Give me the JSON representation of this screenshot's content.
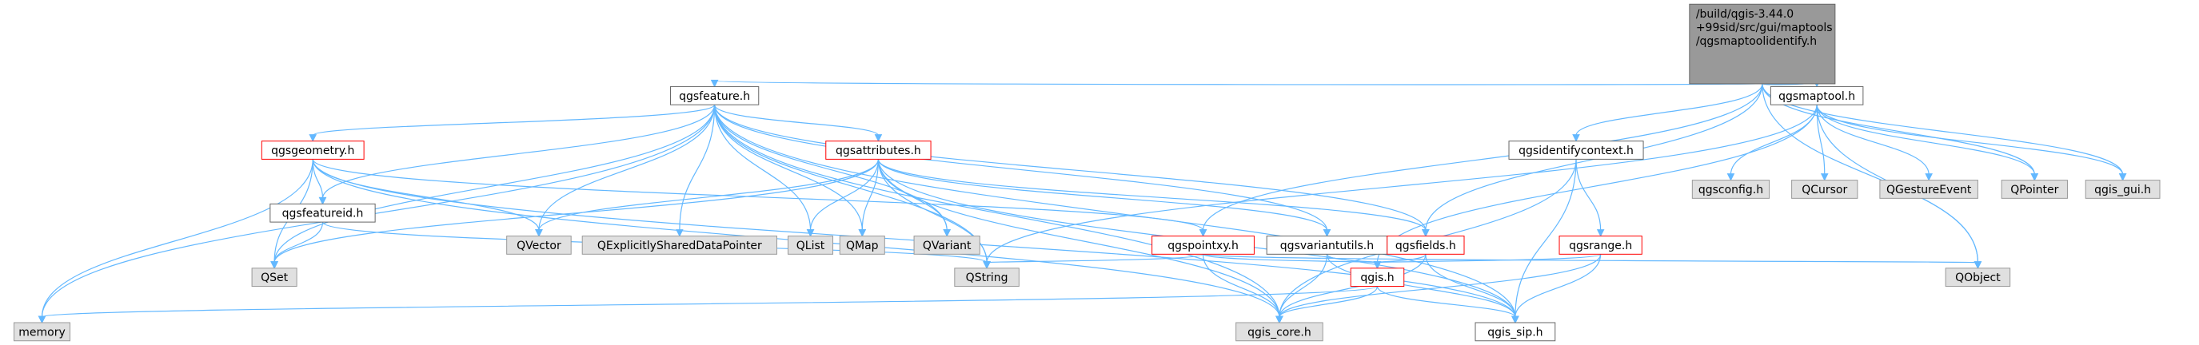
{
  "graph": {
    "root": {
      "lines": [
        "/build/qgis-3.44.0",
        "+99sid/src/gui/maptools",
        "/qgsmaptoolidentify.h"
      ]
    },
    "nodes": [
      {
        "id": "qgsfeature",
        "label": "qgsfeature.h",
        "style": "plain"
      },
      {
        "id": "qgsmaptool",
        "label": "qgsmaptool.h",
        "style": "plain"
      },
      {
        "id": "qgsgeometry",
        "label": "qgsgeometry.h",
        "style": "red"
      },
      {
        "id": "qgsattributes",
        "label": "qgsattributes.h",
        "style": "red"
      },
      {
        "id": "qgsidentifycontext",
        "label": "qgsidentifycontext.h",
        "style": "plain"
      },
      {
        "id": "qgsconfig",
        "label": "qgsconfig.h",
        "style": "gray"
      },
      {
        "id": "qcursor",
        "label": "QCursor",
        "style": "gray"
      },
      {
        "id": "qgestureevent",
        "label": "QGestureEvent",
        "style": "gray"
      },
      {
        "id": "qpointer",
        "label": "QPointer",
        "style": "gray"
      },
      {
        "id": "qgis_gui",
        "label": "qgis_gui.h",
        "style": "gray"
      },
      {
        "id": "qgsfeatureid",
        "label": "qgsfeatureid.h",
        "style": "plain"
      },
      {
        "id": "qvector",
        "label": "QVector",
        "style": "gray"
      },
      {
        "id": "qexplicitly",
        "label": "QExplicitlySharedDataPointer",
        "style": "gray"
      },
      {
        "id": "qlist",
        "label": "QList",
        "style": "gray"
      },
      {
        "id": "qmap",
        "label": "QMap",
        "style": "gray"
      },
      {
        "id": "qvariant",
        "label": "QVariant",
        "style": "gray"
      },
      {
        "id": "qgspointxy",
        "label": "qgspointxy.h",
        "style": "red"
      },
      {
        "id": "qgsvariantutils",
        "label": "qgsvariantutils.h",
        "style": "plain"
      },
      {
        "id": "qgsfields",
        "label": "qgsfields.h",
        "style": "red"
      },
      {
        "id": "qgsrange",
        "label": "qgsrange.h",
        "style": "red"
      },
      {
        "id": "qset",
        "label": "QSet",
        "style": "gray"
      },
      {
        "id": "qstring",
        "label": "QString",
        "style": "gray"
      },
      {
        "id": "qgis",
        "label": "qgis.h",
        "style": "red"
      },
      {
        "id": "qobject",
        "label": "QObject",
        "style": "gray"
      },
      {
        "id": "memory",
        "label": "memory",
        "style": "gray"
      },
      {
        "id": "qgis_core",
        "label": "qgis_core.h",
        "style": "gray"
      },
      {
        "id": "qgis_sip",
        "label": "qgis_sip.h",
        "style": "plain"
      }
    ],
    "edges": [
      [
        "root",
        "qgsfeature"
      ],
      [
        "root",
        "qgsmaptool"
      ],
      [
        "root",
        "qgsidentifycontext"
      ],
      [
        "root",
        "qgspointxy"
      ],
      [
        "root",
        "qgsfields"
      ],
      [
        "root",
        "qpointer"
      ],
      [
        "root",
        "qgis_gui"
      ],
      [
        "root",
        "qobject"
      ],
      [
        "qgsfeature",
        "memory"
      ],
      [
        "qgsfeature",
        "qset"
      ],
      [
        "qgsfeature",
        "qgsgeometry"
      ],
      [
        "qgsfeature",
        "qgsfeatureid"
      ],
      [
        "qgsfeature",
        "qvector"
      ],
      [
        "qgsfeature",
        "qexplicitly"
      ],
      [
        "qgsfeature",
        "qlist"
      ],
      [
        "qgsfeature",
        "qmap"
      ],
      [
        "qgsfeature",
        "qvariant"
      ],
      [
        "qgsfeature",
        "qgsattributes"
      ],
      [
        "qgsfeature",
        "qstring"
      ],
      [
        "qgsfeature",
        "qgsfields"
      ],
      [
        "qgsfeature",
        "qgsvariantutils"
      ],
      [
        "qgsfeature",
        "qgis_core"
      ],
      [
        "qgsfeature",
        "qgis_sip"
      ],
      [
        "qgsmaptool",
        "qgsconfig"
      ],
      [
        "qgsmaptool",
        "qcursor"
      ],
      [
        "qgsmaptool",
        "qgestureevent"
      ],
      [
        "qgsmaptool",
        "qpointer"
      ],
      [
        "qgsmaptool",
        "qgis_gui"
      ],
      [
        "qgsmaptool",
        "qobject"
      ],
      [
        "qgsmaptool",
        "qstring"
      ],
      [
        "qgsmaptool",
        "qgis"
      ],
      [
        "qgsgeometry",
        "memory"
      ],
      [
        "qgsgeometry",
        "qset"
      ],
      [
        "qgsgeometry",
        "qgsfeatureid"
      ],
      [
        "qgsgeometry",
        "qvector"
      ],
      [
        "qgsgeometry",
        "qgspointxy"
      ],
      [
        "qgsgeometry",
        "qgis_core"
      ],
      [
        "qgsgeometry",
        "qgis_sip"
      ],
      [
        "qgsattributes",
        "qset"
      ],
      [
        "qgsattributes",
        "qvector"
      ],
      [
        "qgsattributes",
        "qlist"
      ],
      [
        "qgsattributes",
        "qmap"
      ],
      [
        "qgsattributes",
        "qvariant"
      ],
      [
        "qgsattributes",
        "qstring"
      ],
      [
        "qgsattributes",
        "qgsvariantutils"
      ],
      [
        "qgsattributes",
        "qgsfields"
      ],
      [
        "qgsattributes",
        "qgis_core"
      ],
      [
        "qgsattributes",
        "qgis_sip"
      ],
      [
        "qgsidentifycontext",
        "qgsrange"
      ],
      [
        "qgsidentifycontext",
        "qgis_core"
      ],
      [
        "qgsidentifycontext",
        "qgis_sip"
      ],
      [
        "qgsfeatureid",
        "qset"
      ],
      [
        "qgsfeatureid",
        "qstring"
      ],
      [
        "qgspointxy",
        "qstring"
      ],
      [
        "qgspointxy",
        "qgis"
      ],
      [
        "qgspointxy",
        "qobject"
      ],
      [
        "qgspointxy",
        "qgis_core"
      ],
      [
        "qgsvariantutils",
        "qgis"
      ],
      [
        "qgsvariantutils",
        "qgis_core"
      ],
      [
        "qgsvariantutils",
        "qgis_sip"
      ],
      [
        "qgsfields",
        "qgis"
      ],
      [
        "qgsfields",
        "qgis_core"
      ],
      [
        "qgsfields",
        "qgis_sip"
      ],
      [
        "qgsrange",
        "qgis"
      ],
      [
        "qgsrange",
        "qgis_core"
      ],
      [
        "qgsrange",
        "qgis_sip"
      ],
      [
        "qgis",
        "memory"
      ],
      [
        "qgis",
        "qgis_core"
      ],
      [
        "qgis",
        "qgis_sip"
      ]
    ]
  },
  "colors": {
    "edge": "#63b8ff",
    "root_fill": "#999999",
    "root_stroke": "#666666",
    "gray_fill": "#e0e0e0",
    "gray_stroke": "#999999",
    "red_stroke": "#ff0000",
    "plain_stroke": "#666666",
    "node_fill": "#ffffff",
    "text": "#000000"
  }
}
